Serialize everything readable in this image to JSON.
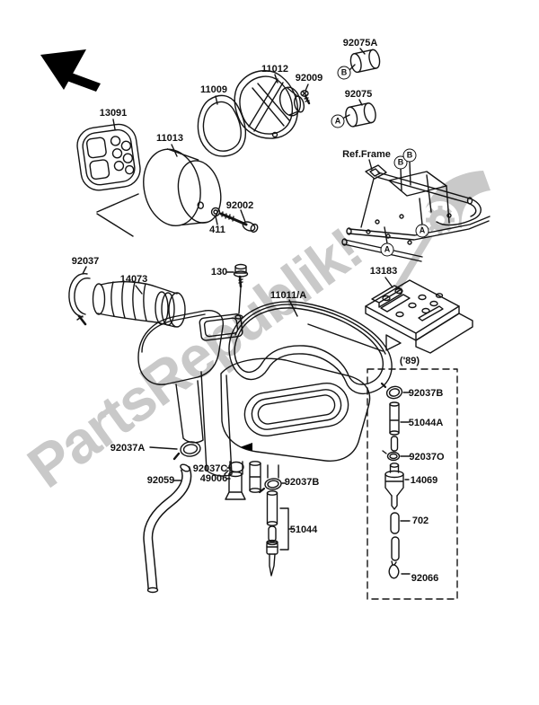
{
  "diagram": {
    "watermark_text": "PartsRepublik!",
    "watermark_color": "#c9c9c9",
    "line_color": "#141414",
    "year_note": "('89)",
    "ref_frame_note": "Ref.Frame",
    "labels": [
      {
        "text": "92075A"
      },
      {
        "text": "11012"
      },
      {
        "text": "92009"
      },
      {
        "text": "11009"
      },
      {
        "text": "92075"
      },
      {
        "text": "13091"
      },
      {
        "text": "11013"
      },
      {
        "text": "Ref.Frame"
      },
      {
        "text": "92002"
      },
      {
        "text": "411"
      },
      {
        "text": "92037"
      },
      {
        "text": "130"
      },
      {
        "text": "14073"
      },
      {
        "text": "13183"
      },
      {
        "text": "11011/A"
      },
      {
        "text": "('89)"
      },
      {
        "text": "92037B"
      },
      {
        "text": "51044A"
      },
      {
        "text": "92037O"
      },
      {
        "text": "14069"
      },
      {
        "text": "702"
      },
      {
        "text": "92066"
      },
      {
        "text": "92037A"
      },
      {
        "text": "92037C"
      },
      {
        "text": "49006"
      },
      {
        "text": "92059"
      },
      {
        "text": "92037B"
      },
      {
        "text": "51044"
      }
    ],
    "callouts": [
      {
        "text": "B"
      },
      {
        "text": "A"
      },
      {
        "text": "B"
      },
      {
        "text": "B"
      },
      {
        "text": "A"
      },
      {
        "text": "A"
      }
    ]
  }
}
